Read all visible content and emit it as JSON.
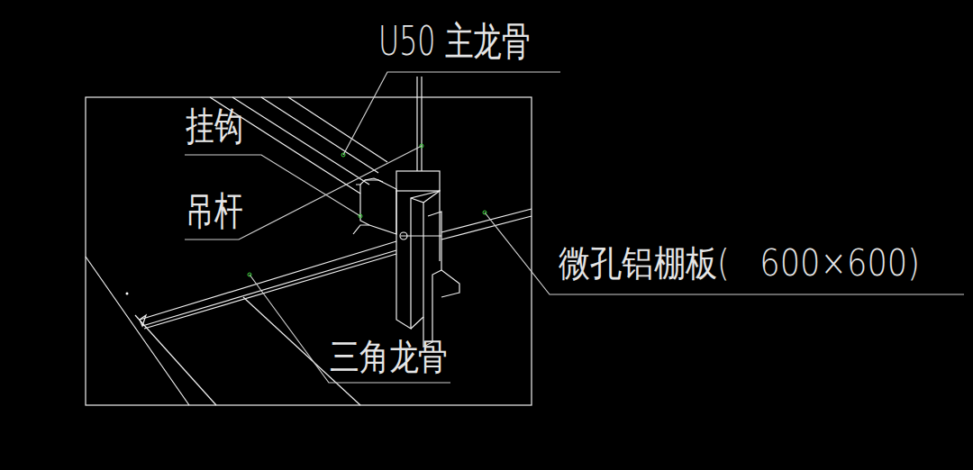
{
  "diagram": {
    "labels": [
      "U50 主龙骨",
      "挂钩",
      "吊杆",
      "微孔铝棚板(   600×600)",
      "三角龙骨"
    ]
  }
}
